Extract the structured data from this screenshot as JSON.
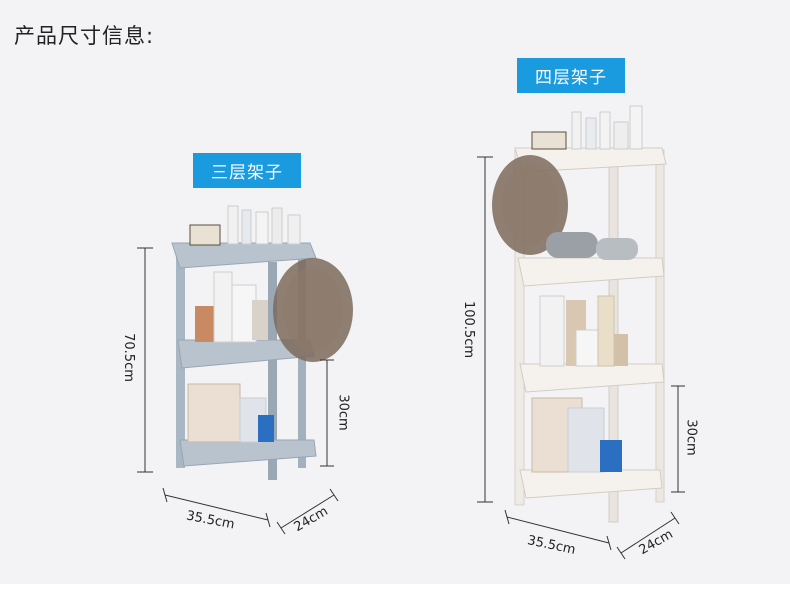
{
  "title": "产品尺寸信息:",
  "variants": [
    {
      "label": "三层架子",
      "height": "70.5cm",
      "shelf_gap": "30cm",
      "width": "35.5cm",
      "depth": "24cm",
      "frame_color": "#a9b6c3",
      "shelf_color": "#b8c3ce"
    },
    {
      "label": "四层架子",
      "height": "100.5cm",
      "shelf_gap": "30cm",
      "width": "35.5cm",
      "depth": "24cm",
      "frame_color": "#eeeae6",
      "shelf_color": "#f5f2ee"
    }
  ],
  "accent_color": "#1a9be0"
}
